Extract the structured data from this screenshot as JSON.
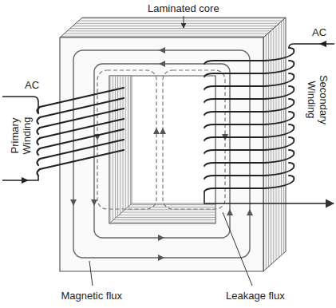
{
  "diagram": {
    "labels": [
      "Laminated core",
      "AC",
      "AC",
      "Primary Winding",
      "Secondary Winding",
      "Magnetic flux",
      "Leakage flux"
    ]
  }
}
